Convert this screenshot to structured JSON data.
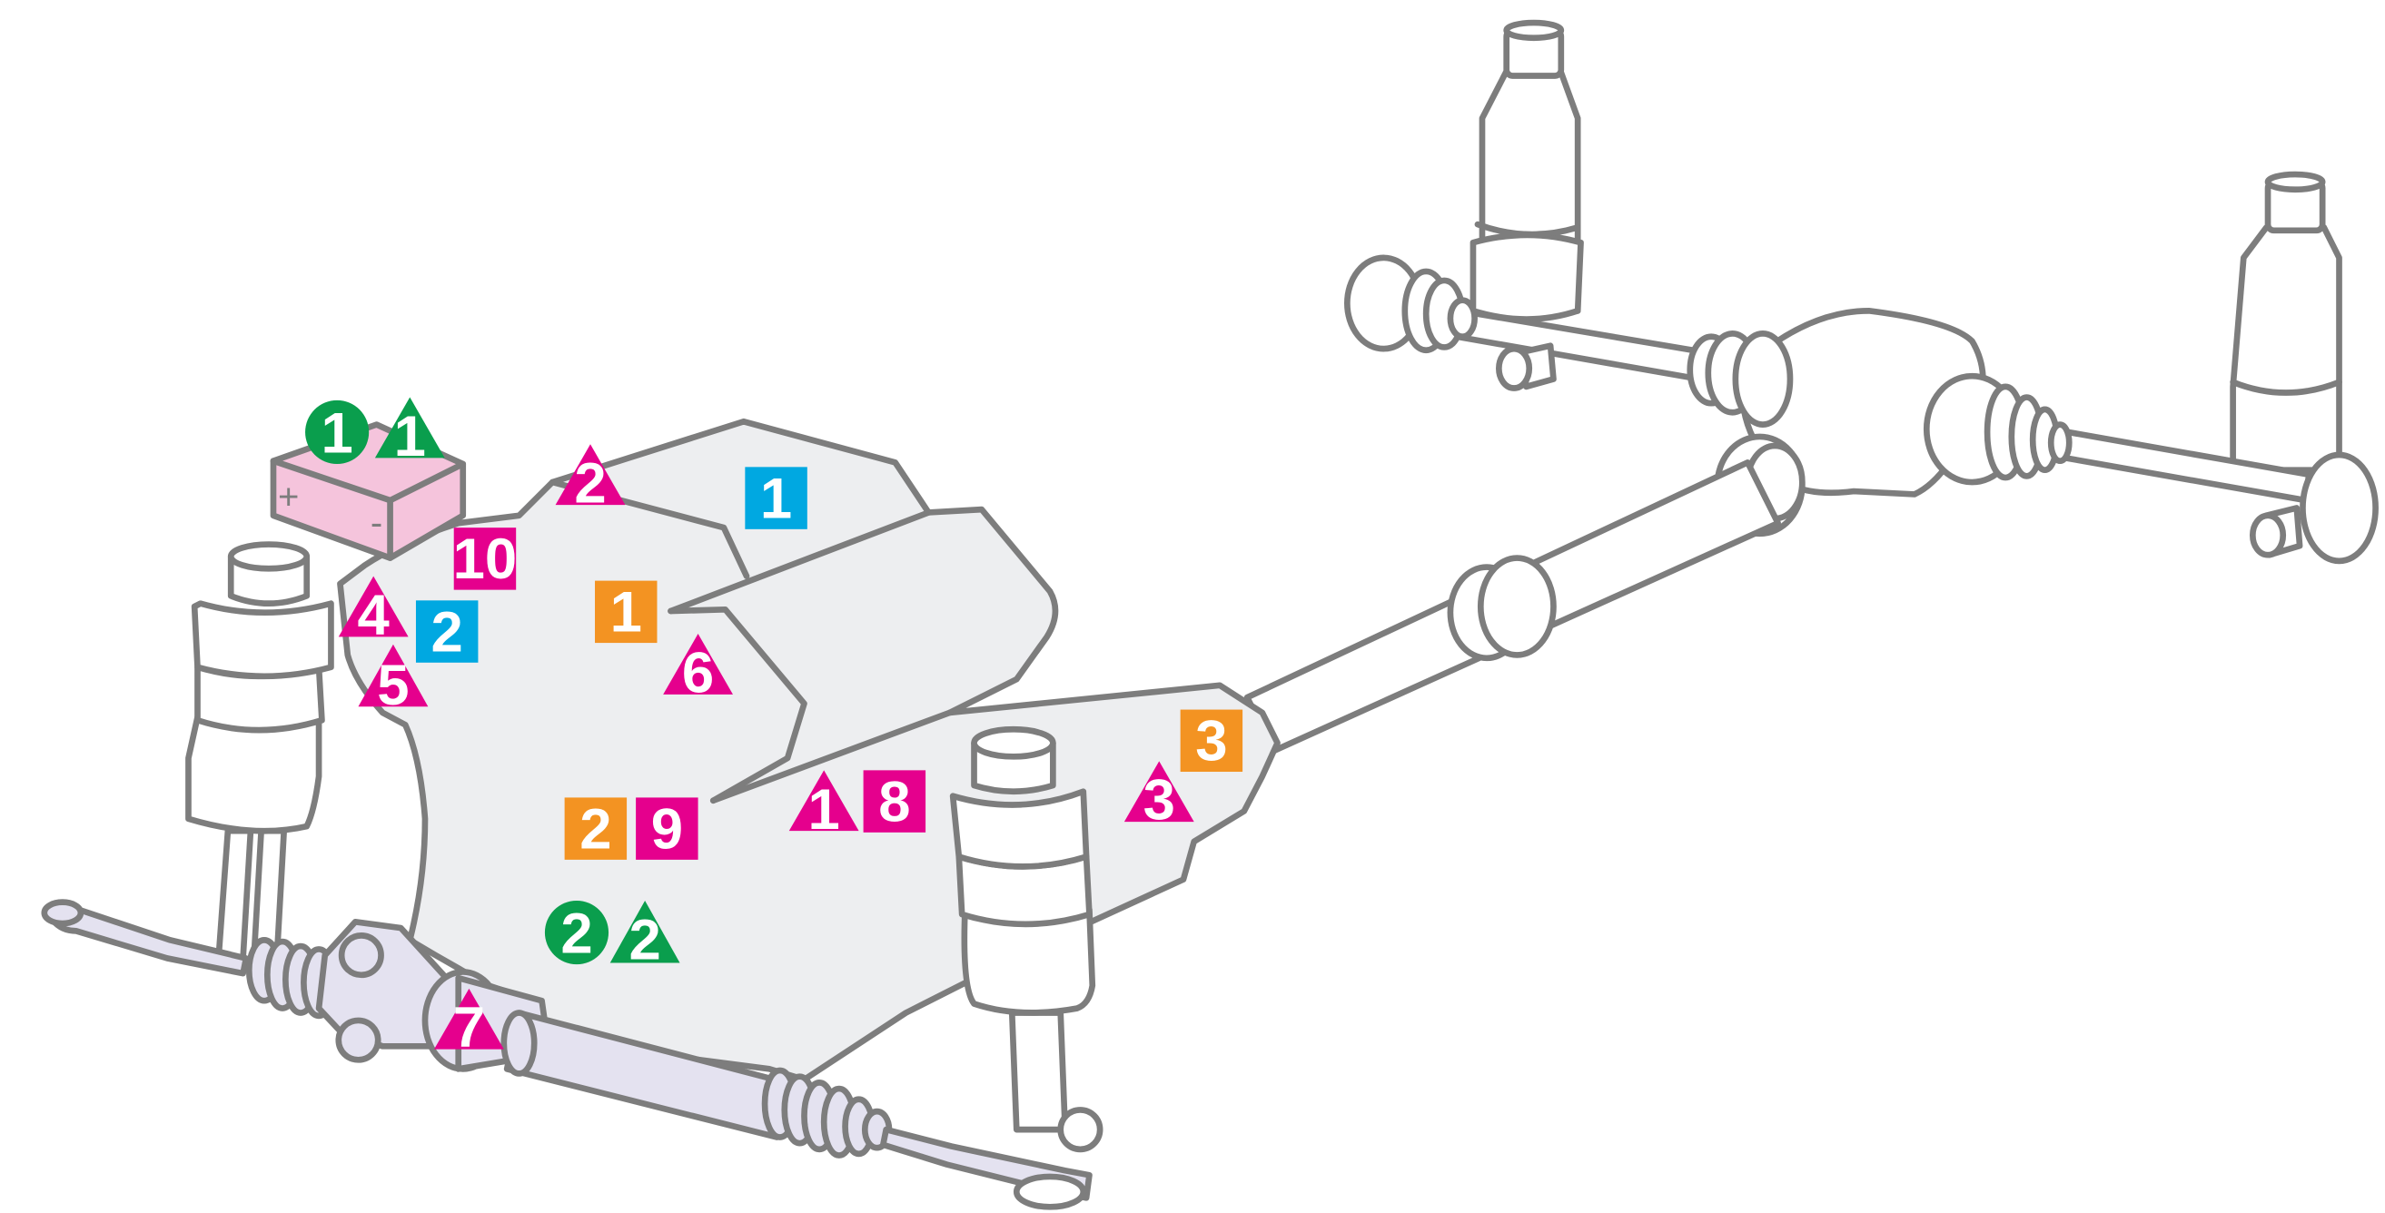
{
  "colors": {
    "green": "#0a9e4d",
    "magenta": "#e5008d",
    "cyan": "#00a8e1",
    "orange": "#f39322",
    "battery": "#f5c4dc",
    "rack": "#e4e2f0",
    "housing": "#edeef0",
    "outline": "#7d7d7d"
  },
  "battery": {
    "plus": "+",
    "minus": "-"
  },
  "markers": {
    "green_circle_1": "1",
    "green_triangle_1": "1",
    "green_circle_2": "2",
    "green_triangle_2": "2",
    "magenta_triangle_1": "1",
    "magenta_triangle_2": "2",
    "magenta_triangle_3": "3",
    "magenta_triangle_4": "4",
    "magenta_triangle_5": "5",
    "magenta_triangle_6": "6",
    "magenta_triangle_7": "7",
    "magenta_square_8": "8",
    "magenta_square_9": "9",
    "magenta_square_10": "10",
    "cyan_square_1": "1",
    "cyan_square_2": "2",
    "orange_square_1": "1",
    "orange_square_2": "2",
    "orange_square_3": "3"
  }
}
